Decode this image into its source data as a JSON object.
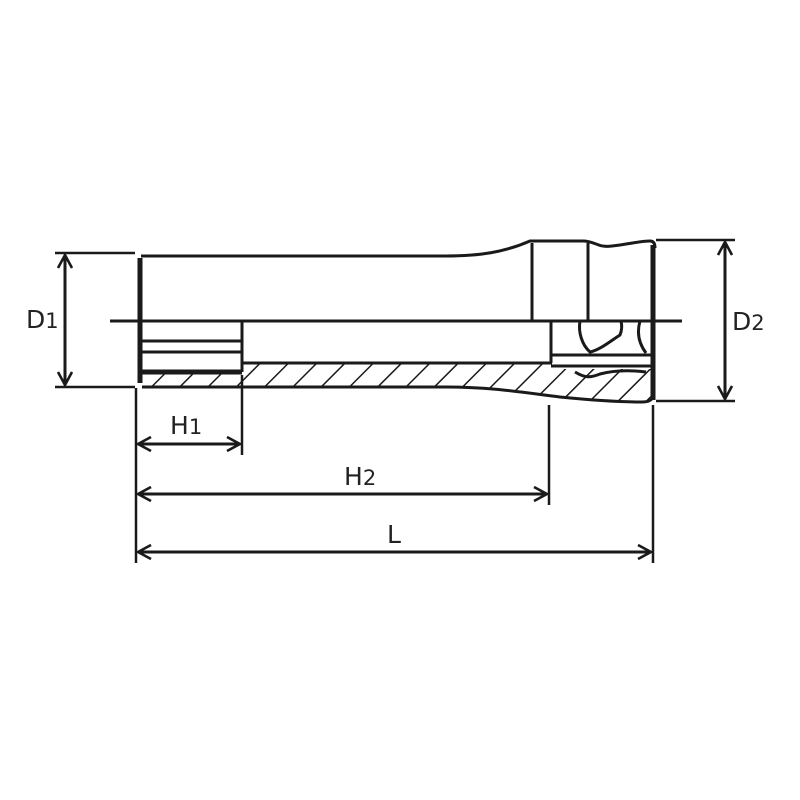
{
  "diagram": {
    "type": "technical-drawing",
    "subject": "deep socket with cross-section",
    "colors": {
      "line": "#1a1a1a",
      "text": "#222222",
      "background": "#ffffff"
    },
    "dimensions": {
      "D1": {
        "letter": "D",
        "index": "1"
      },
      "D2": {
        "letter": "D",
        "index": "2"
      },
      "H1": {
        "letter": "H",
        "index": "1"
      },
      "H2": {
        "letter": "H",
        "index": "2"
      },
      "L": {
        "letter": "L",
        "index": ""
      }
    }
  }
}
